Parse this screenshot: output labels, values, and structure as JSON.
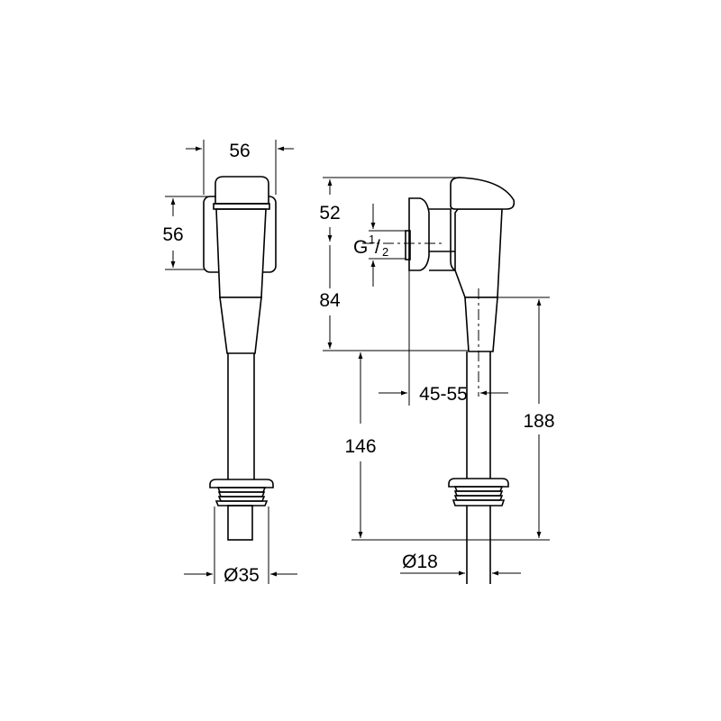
{
  "drawing": {
    "title": "Urinal flush valve technical drawing",
    "line_color": "#000000",
    "background": "#ffffff"
  },
  "front_view": {
    "width_top": "56",
    "height_side": "56",
    "diameter_bottom": "Ø35"
  },
  "side_view": {
    "height_top": "52",
    "thread_main": "G",
    "thread_num": "1",
    "thread_den": "2",
    "height_mid": "84",
    "depth_range": "45-55",
    "height_lower": "146",
    "height_total": "188",
    "diameter_pipe": "Ø18"
  }
}
